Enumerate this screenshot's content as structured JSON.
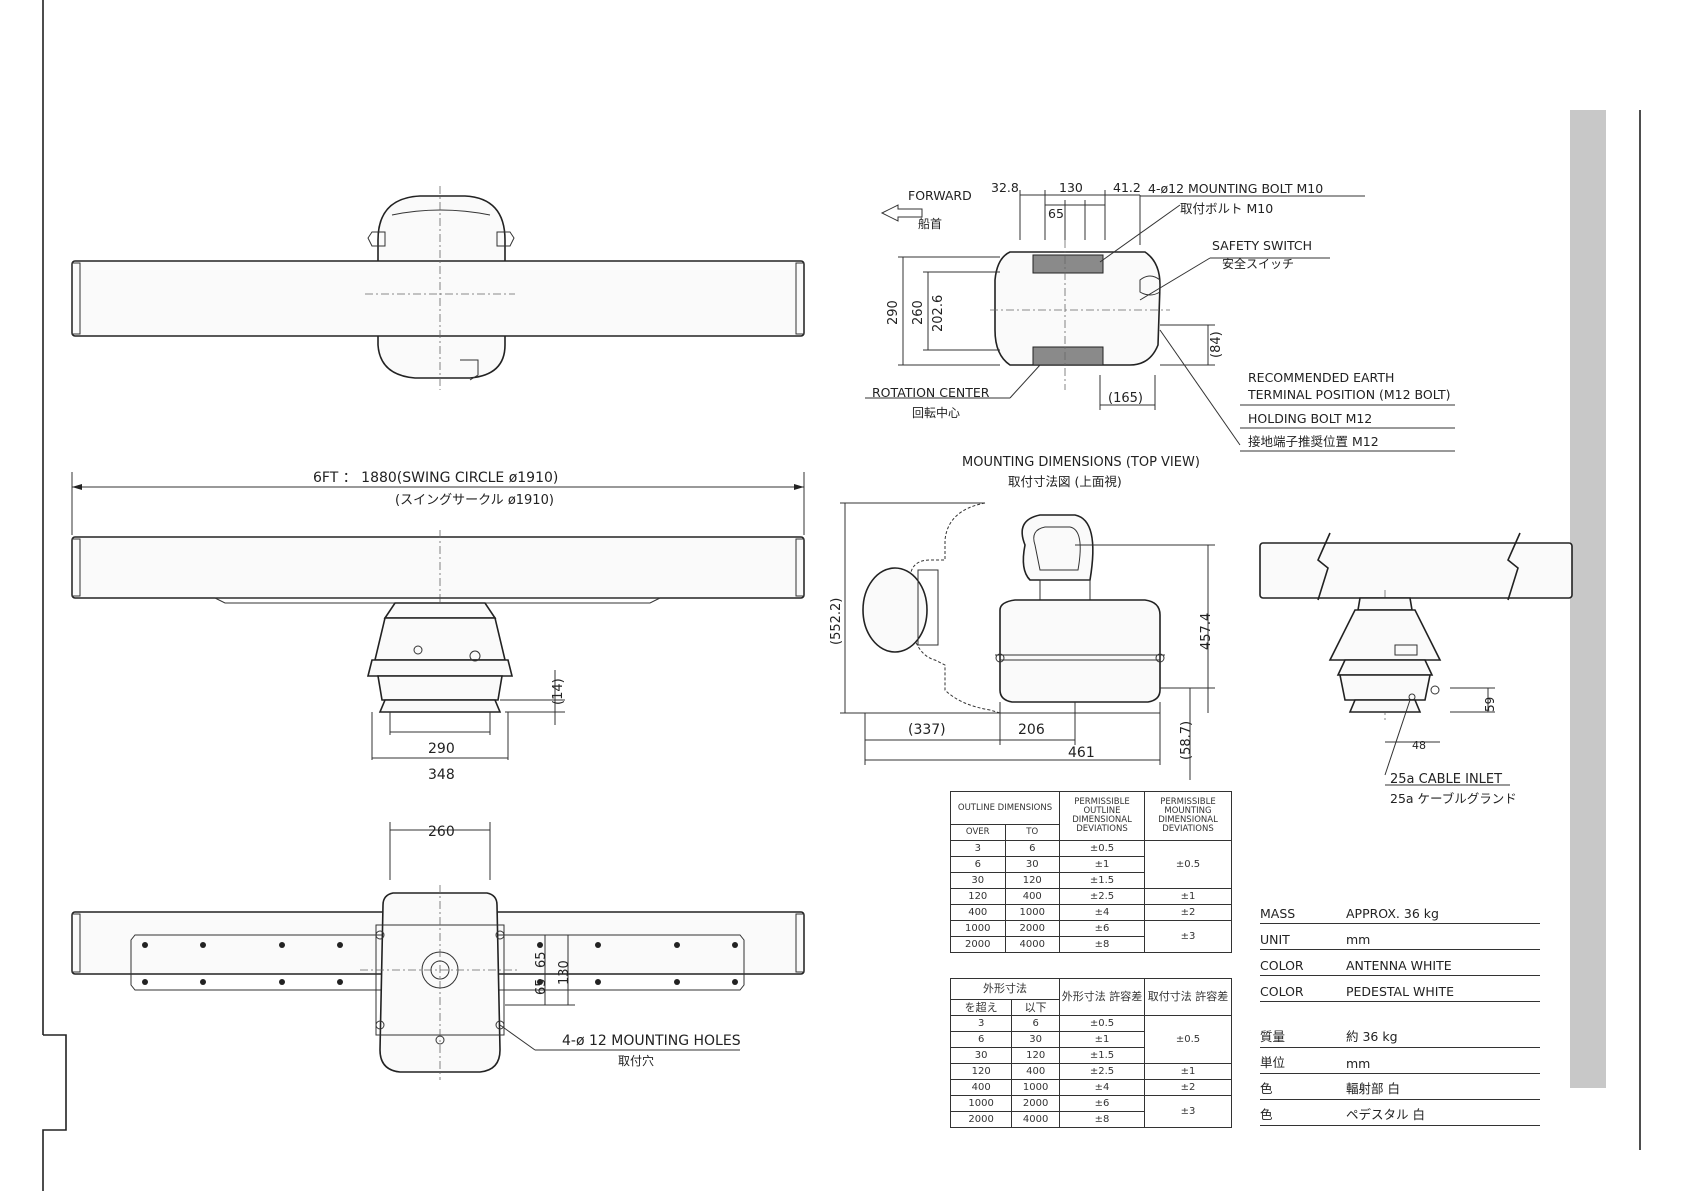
{
  "sheet": {
    "gray_band_color": "#c8c8c8"
  },
  "front_view_dims": {
    "overall": "6FT ： 1880(SWING CIRCLE ø1910)",
    "overall_jp": "(スイングサークル ø1910)",
    "base_inner": "290",
    "base_outer": "348",
    "foot_height": "(14)"
  },
  "bottom_view_dims": {
    "width": "260",
    "hole_spacing": "130",
    "hole_half_a": "65",
    "hole_half_b": "65",
    "holes_label": "4-ø 12  MOUNTING HOLES",
    "holes_label_jp": "取付穴"
  },
  "top_view": {
    "forward": "FORWARD",
    "forward_jp": "船首",
    "dim_left": "32.8",
    "dim_130": "130",
    "dim_41": "41.2",
    "dim_65": "65",
    "bolt_label": "4-ø12 MOUNTING BOLT M10",
    "bolt_label_jp": "取付ボルト M10",
    "safety": "SAFETY SWITCH",
    "safety_jp": "安全スイッチ",
    "dim_290": "290",
    "dim_260": "260",
    "dim_202": "202.6",
    "dim_84": "(84)",
    "dim_165": "(165)",
    "rotation": "ROTATION CENTER",
    "rotation_jp": "回転中心",
    "earth_1": "RECOMMENDED EARTH",
    "earth_2": "TERMINAL POSITION (M12 BOLT)",
    "holding": "HOLDING BOLT M12",
    "earth_jp": "接地端子推奨位置 M12",
    "caption": "MOUNTING DIMENSIONS (TOP VIEW)",
    "caption_jp": "取付寸法図 (上面視)"
  },
  "side_view_dims": {
    "height_total": "(552.2)",
    "height_body": "457.4",
    "left": "(337)",
    "mid": "206",
    "overall": "461",
    "right": "(58.7)"
  },
  "rear_view": {
    "dim_59": "59",
    "dim_48": "48",
    "cable": "25a CABLE INLET",
    "cable_jp": "25a ケーブルグランド"
  },
  "tolerance_en": {
    "h_outline": "OUTLINE DIMENSIONS",
    "h_over": "OVER",
    "h_to": "TO",
    "h_outline_dev": "PERMISSIBLE OUTLINE DIMENSIONAL DEVIATIONS",
    "h_mount_dev": "PERMISSIBLE MOUNTING DIMENSIONAL DEVIATIONS",
    "rows": [
      {
        "over": "3",
        "to": "6",
        "dev": "±0.5"
      },
      {
        "over": "6",
        "to": "30",
        "dev": "±1"
      },
      {
        "over": "30",
        "to": "120",
        "dev": "±1.5"
      },
      {
        "over": "120",
        "to": "400",
        "dev": "±2.5"
      },
      {
        "over": "400",
        "to": "1000",
        "dev": "±4"
      },
      {
        "over": "1000",
        "to": "2000",
        "dev": "±6"
      },
      {
        "over": "2000",
        "to": "4000",
        "dev": "±8"
      }
    ],
    "mount": [
      "±0.5",
      "±1",
      "±2",
      "±3"
    ]
  },
  "tolerance_jp": {
    "h_outline": "外形寸法",
    "h_over": "を超え",
    "h_to": "以下",
    "h_outline_dev": "外形寸法 許容差",
    "h_mount_dev": "取付寸法 許容差"
  },
  "specs": {
    "en": [
      {
        "k": "MASS",
        "v": "APPROX.  36 kg"
      },
      {
        "k": "UNIT",
        "v": "mm"
      },
      {
        "k": "COLOR",
        "v": "ANTENNA   WHITE"
      },
      {
        "k": "COLOR",
        "v": "PEDESTAL   WHITE"
      }
    ],
    "jp": [
      {
        "k": "質量",
        "v": "約 36 kg"
      },
      {
        "k": "単位",
        "v": "mm"
      },
      {
        "k": "色",
        "v": "輻射部    白"
      },
      {
        "k": "色",
        "v": "ペデスタル   白"
      }
    ]
  }
}
